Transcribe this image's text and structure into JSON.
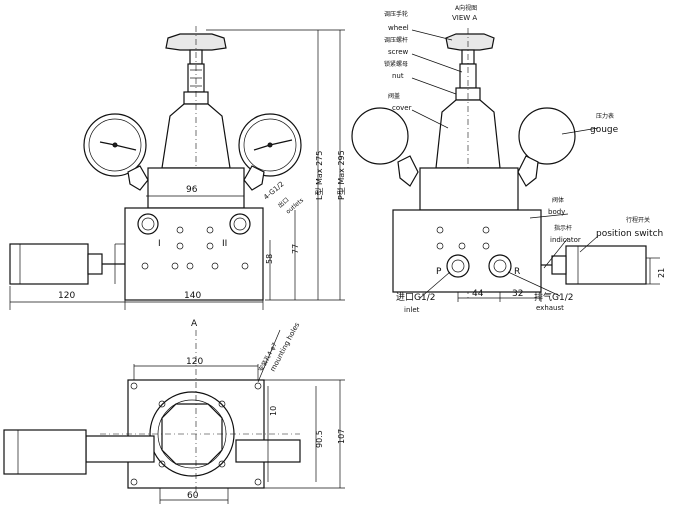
{
  "front": {
    "dim_96": "96",
    "dim_140": "140",
    "dim_120_left": "120",
    "dim_58": "58",
    "dim_77": "77",
    "l_max": "L型 Max 275",
    "p_max": "P型 Max 295",
    "port_i": "I",
    "port_ii": "II",
    "outlets_thread": "4-G1/2",
    "outlets_cn": "出口",
    "outlets": "outlets"
  },
  "side": {
    "view_a_cn": "A向视图",
    "view_a": "VIEW A",
    "wheel_cn": "调压手轮",
    "wheel": "wheel",
    "screw_cn": "调压螺杆",
    "screw": "screw",
    "nut_cn": "锁紧螺母",
    "nut": "nut",
    "cover_cn": "阀盖",
    "cover": "cover",
    "gauge_cn": "压力表",
    "gauge": "gouge",
    "body_cn": "阀体",
    "body": "body",
    "indicator_cn": "指示杆",
    "indicator": "indicator",
    "switch_cn": "行程开关",
    "switch": "position switch",
    "port_p": "P",
    "port_r": "R",
    "dim_44": "44",
    "dim_32": "32",
    "dim_21": "21",
    "inlet_thread": "进口G1/2",
    "inlet": "inlet",
    "exhaust_thread": "排气G1/2",
    "exhaust": "exhaust"
  },
  "top": {
    "view_a_marker": "A",
    "dim_120": "120",
    "dim_60": "60",
    "dim_10": "10",
    "dim_90_5": "90.5",
    "dim_107": "107",
    "mounting_holes_cn": "安装孔4-φ7",
    "mounting_holes": "mounting holes"
  }
}
